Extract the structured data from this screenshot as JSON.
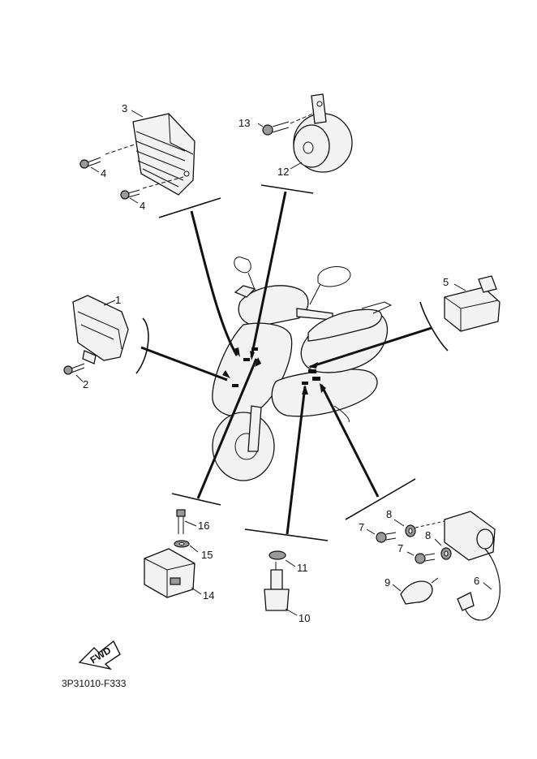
{
  "diagram": {
    "callouts": [
      {
        "id": "c1",
        "text": "1"
      },
      {
        "id": "c2",
        "text": "2"
      },
      {
        "id": "c3",
        "text": "3"
      },
      {
        "id": "c4a",
        "text": "4"
      },
      {
        "id": "c4b",
        "text": "4"
      },
      {
        "id": "c5",
        "text": "5"
      },
      {
        "id": "c6",
        "text": "6"
      },
      {
        "id": "c7a",
        "text": "7"
      },
      {
        "id": "c7b",
        "text": "7"
      },
      {
        "id": "c8a",
        "text": "8"
      },
      {
        "id": "c8b",
        "text": "8"
      },
      {
        "id": "c9",
        "text": "9"
      },
      {
        "id": "c10",
        "text": "10"
      },
      {
        "id": "c11",
        "text": "11"
      },
      {
        "id": "c12",
        "text": "12"
      },
      {
        "id": "c13",
        "text": "13"
      },
      {
        "id": "c14",
        "text": "14"
      },
      {
        "id": "c15",
        "text": "15"
      },
      {
        "id": "c16",
        "text": "16"
      }
    ],
    "fwd_label": "FWD",
    "drawing_code": "3P31010-F333"
  }
}
